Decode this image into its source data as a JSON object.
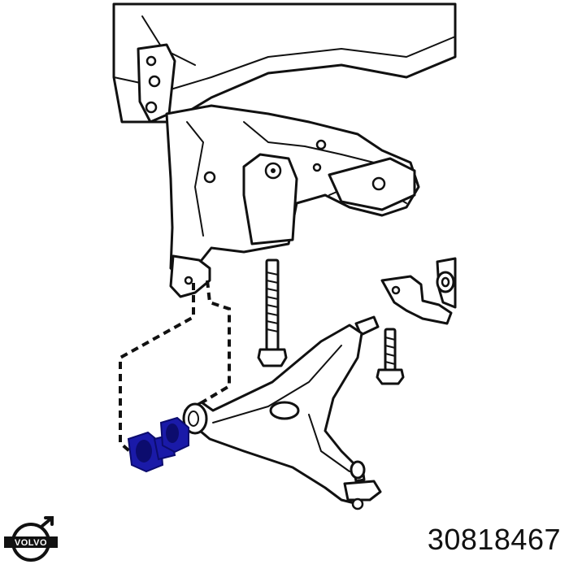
{
  "brand": {
    "logo_text": "VOLVO",
    "logo_color": "#111111"
  },
  "part": {
    "number": "30818467"
  },
  "colors": {
    "line_art": "#111111",
    "background": "#ffffff",
    "highlighted_bushing": "#1a1aa8",
    "highlighted_bushing_shade": "#0c0c6e"
  },
  "diagram": {
    "components": [
      "subframe",
      "control-arm",
      "highlighted-bushing",
      "rear-mount-bushing",
      "subframe-bolt",
      "bracket-bolt",
      "ball-joint"
    ]
  }
}
